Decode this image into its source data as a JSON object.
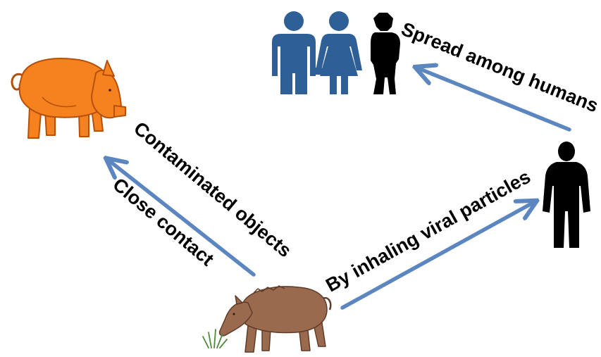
{
  "labels": {
    "spread_among_humans": "Spread among humans",
    "contaminated_objects": "Contaminated objects",
    "close_contact": "Close contact",
    "inhaling": "By inhaling viral particles"
  },
  "colors": {
    "arrow": "#5b86c0",
    "human_blue": "#2e5f97",
    "silhouette": "#000000",
    "domestic_pig": "#f5821f",
    "domestic_pig_outline": "#b5500c",
    "wild_boar": "#9a6a4f",
    "wild_boar_outline": "#5e3b28",
    "grass": "#4f8a3c"
  },
  "icons": {
    "domestic_pig": "pig-icon",
    "wild_boar": "wild-boar-icon",
    "human_group": "human-group-icon",
    "single_human": "person-silhouette-icon"
  }
}
